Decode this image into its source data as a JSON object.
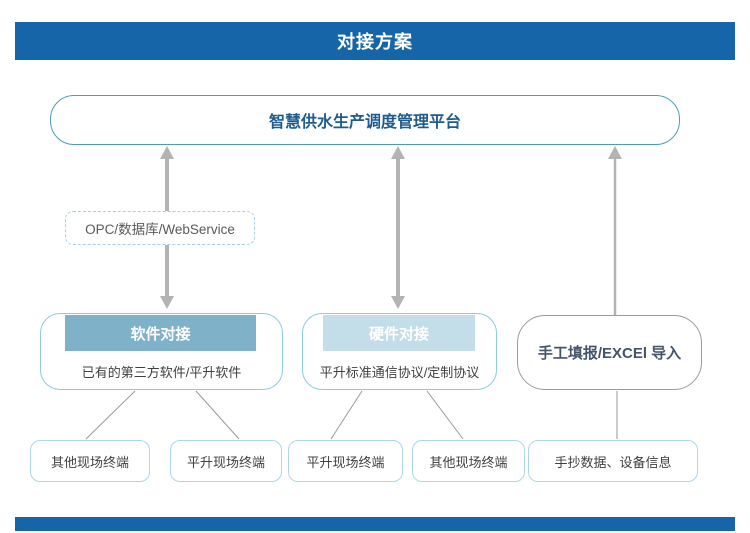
{
  "title_bar": {
    "label": "对接方案"
  },
  "platform": {
    "label": "智慧供水生产调度管理平台"
  },
  "protocol_label": {
    "label": "OPC/数据库/WebService"
  },
  "branches": {
    "software": {
      "header": "软件对接",
      "subtitle": "已有的第三方软件/平升软件"
    },
    "hardware": {
      "header": "硬件对接",
      "subtitle": "平升标准通信协议/定制协议"
    },
    "manual": {
      "label": "手工填报/EXCEl 导入"
    }
  },
  "terminals": [
    {
      "label": "其他现场终端"
    },
    {
      "label": "平升现场终端"
    },
    {
      "label": "平升现场终端"
    },
    {
      "label": "其他现场终端"
    },
    {
      "label": "手抄数据、设备信息"
    }
  ],
  "colors": {
    "accent_bar": "#1565a8",
    "platform_border": "#4a9cb8",
    "platform_text": "#1f5c8d",
    "software_header_bg": "#7fb2c9",
    "hardware_header_bg": "#c3dde9",
    "branch_border": "#8ecbdf",
    "terminal_border": "#aad7ec",
    "dashed_border": "#a5cfe4",
    "arrow_gray": "#b3b3b3",
    "line_gray": "#999999"
  }
}
